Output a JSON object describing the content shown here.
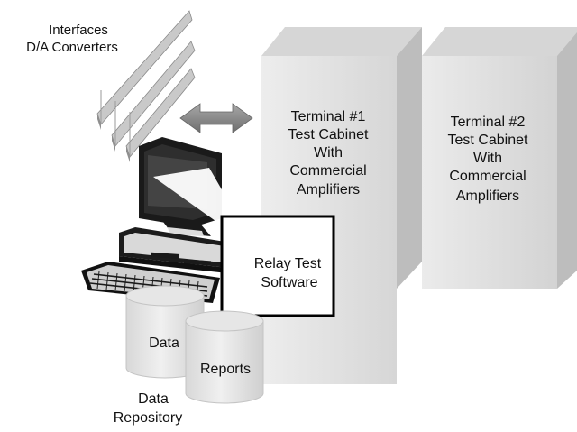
{
  "interfaces": {
    "line1": "Interfaces",
    "line2": "D/A Converters"
  },
  "cabinets": [
    {
      "lines": [
        "Terminal #1",
        "Test Cabinet",
        "With",
        "Commercial",
        "Amplifiers"
      ]
    },
    {
      "lines": [
        "Terminal #2",
        "Test Cabinet",
        "With",
        "Commercial",
        "Amplifiers"
      ]
    }
  ],
  "software_box": {
    "lines": [
      "Relay Test",
      "Software"
    ]
  },
  "databases": [
    {
      "label": "Data"
    },
    {
      "label": "Reports"
    }
  ],
  "repository": {
    "lines": [
      "Data",
      "Repository"
    ]
  },
  "colors": {
    "panel": "#9a9a9a",
    "panel_edge": "#c8c8c8",
    "cabinet_front": "#e2e2e2",
    "cabinet_top": "#d4d4d4",
    "cabinet_side": "#bcbcbc",
    "arrow": "#8c8c8c",
    "computer_shade": "#b8b8b8"
  }
}
